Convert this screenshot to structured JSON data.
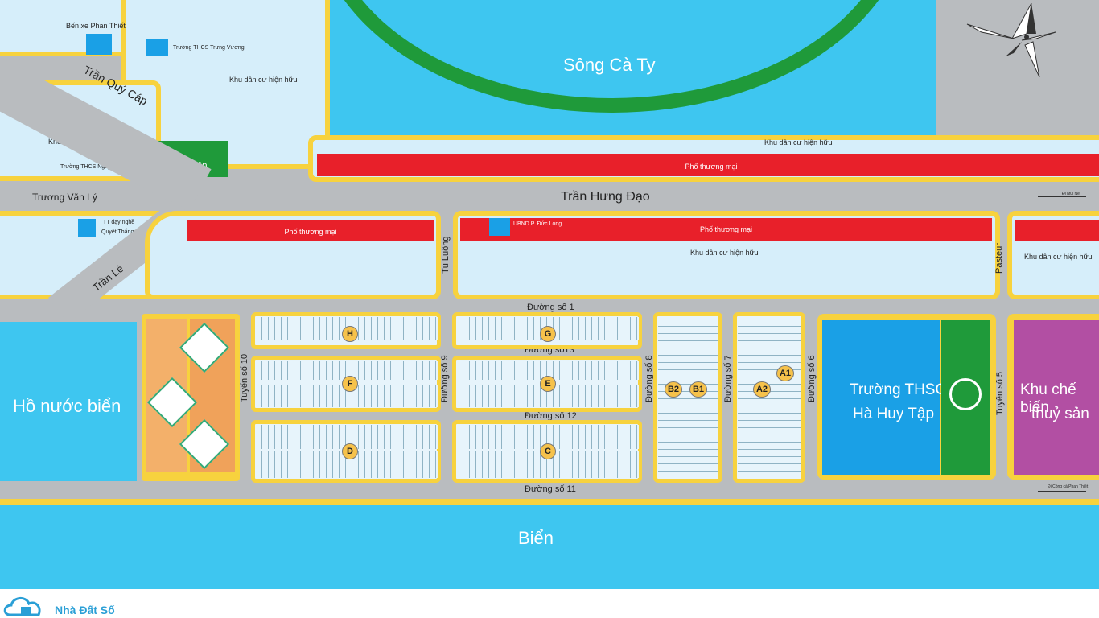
{
  "map": {
    "river": "Sông Cà Ty",
    "sea": "Biển",
    "lake": "Hồ nước biển",
    "roads": {
      "tran_hung_dao": "Trần  Hưng Đạo",
      "truong_van_ly": "Trương Văn Lý",
      "tran_quy_cap": "Trần  Quý Cáp",
      "tran_le": "Trần  Lê",
      "tu_luong": "Tú Luông",
      "pasteur": "Pasteur",
      "duong_so_1": "Đường số 1",
      "duong_so_13": "Đường số13",
      "duong_so_12": "Đường số 12",
      "duong_so_11": "Đường số 11",
      "tuyen_so_10": "Tuyến số 10",
      "duong_so_9": "Đường số 9",
      "duong_so_8": "Đường số 8",
      "duong_so_7": "Đường số 7",
      "duong_so_6": "Đường số 6",
      "tuyen_so_5": "Tuyến số 5"
    },
    "directions": {
      "di_mui_ne": "Đi Mũi Né",
      "di_cong_ca": "Đi Cồng cà Phan Thiết"
    },
    "places": {
      "ben_xe": "Bến xe Phan Thiết",
      "truong_trung_vuong": "Trường THCS Trưng Vương",
      "truong_ndc": "Trường THCS Nguyễn Đình Chiểu",
      "cong_vien": "Công viên",
      "tt_day_nghe_1": "TT dạy nghề",
      "tt_day_nghe_2": "Quyết Thắng",
      "ubnd": "UBND P.  Đức Long",
      "khu_dan_cu": "Khu dân cư hiện hữu",
      "pho_thuong_mai": "Phố thương mại",
      "truong_hht_1": "Trường THSC",
      "truong_hht_2": "Hà Huy Tập",
      "khu_che_bien_1": "Khu chế biến",
      "khu_che_bien_2": "thuỷ sản"
    },
    "blocks": [
      "H",
      "G",
      "F",
      "E",
      "D",
      "C",
      "B2",
      "B1",
      "A2",
      "A1"
    ],
    "colors": {
      "water": "#3ec6f0",
      "road": "#b9bcbf",
      "curb": "#f7d23e",
      "zone": "#d6eefa",
      "commercial": "#e8202a",
      "park": "#1f9a3a",
      "school": "#1aa0e6",
      "processing": "#b24fa3"
    },
    "icons": [
      "compass-rose-icon",
      "logo-house-icon"
    ]
  },
  "brand": {
    "name": "Nhà Đất Số"
  }
}
